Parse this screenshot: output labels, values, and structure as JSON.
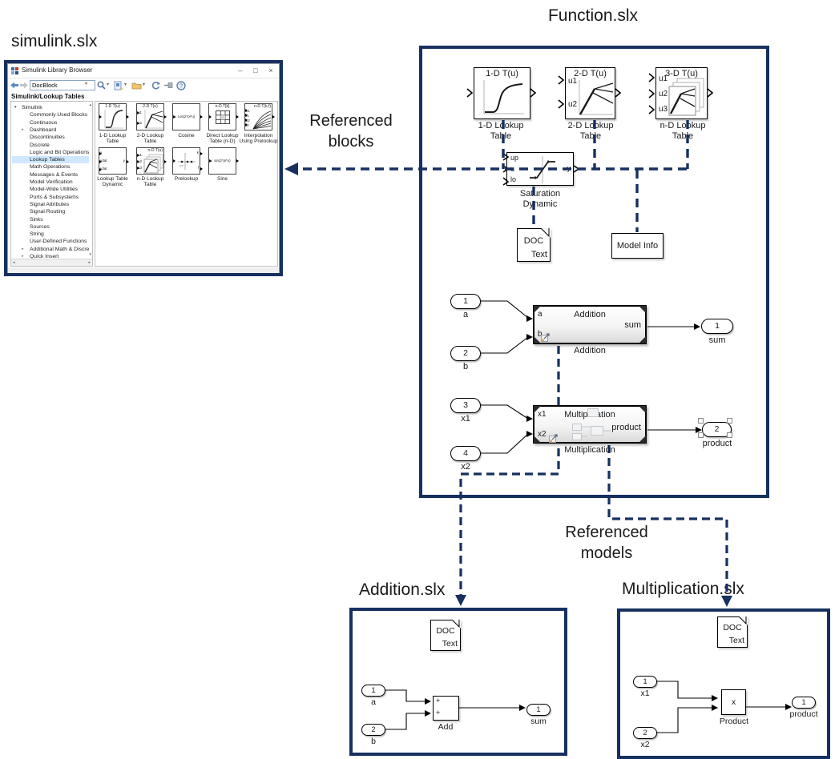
{
  "diagram": {
    "simulink_title": "simulink.slx",
    "function_title": "Function.slx",
    "referenced_blocks": "Referenced blocks",
    "referenced_models": "Referenced models",
    "addition_title": "Addition.slx",
    "multiplication_title": "Multiplication.slx",
    "navy_color": "#16305f"
  },
  "library_browser": {
    "window_title": "Simulink Library Browser",
    "controls": {
      "minimize": "–",
      "maximize": "□",
      "close": "×"
    },
    "search_value": "DocBlock",
    "breadcrumb": "Simulink/Lookup Tables",
    "tree_root": "Simulink",
    "tree_items": [
      {
        "label": "Commonly Used Blocks"
      },
      {
        "label": "Continuous"
      },
      {
        "label": "Dashboard"
      },
      {
        "label": "Discontinuities"
      },
      {
        "label": "Discrete"
      },
      {
        "label": "Logic and Bit Operations"
      },
      {
        "label": "Lookup Tables"
      },
      {
        "label": "Math Operations"
      },
      {
        "label": "Messages & Events"
      },
      {
        "label": "Model Verification"
      },
      {
        "label": "Model-Wide Utilities"
      },
      {
        "label": "Ports & Subsystems"
      },
      {
        "label": "Signal Attributes"
      },
      {
        "label": "Signal Routing"
      },
      {
        "label": "Sinks"
      },
      {
        "label": "Sources"
      },
      {
        "label": "String"
      },
      {
        "label": "User-Defined Functions"
      },
      {
        "label": "Additional Math & Discrete"
      },
      {
        "label": "Quick Insert"
      }
    ],
    "palette": {
      "row1": [
        {
          "header": "1-D T(u)",
          "label": "1-D Lookup Table"
        },
        {
          "header": "2-D T(u)",
          "ports": [
            "u1",
            "u2"
          ],
          "label": "2-D Lookup Table"
        },
        {
          "port": "u",
          "body": "cos(2*pi*u)",
          "label": "Cosine"
        },
        {
          "header": "n-D T[k]",
          "label": "Direct Lookup Table (n-D)"
        },
        {
          "header": "n-D T(k,f)",
          "ports": [
            "k1",
            "f1",
            "k2",
            "f2"
          ],
          "label": "Interpolation Using Prelookup"
        }
      ],
      "row2": [
        {
          "ports": [
            "x",
            "xdat",
            "ydat"
          ],
          "out": "y",
          "label": "Lookup Table Dynamic"
        },
        {
          "header": "n-D T(u)",
          "ports": [
            "u1",
            "u2",
            "u3"
          ],
          "label": "n-D Lookup Table"
        },
        {
          "outs": [
            "k",
            "f"
          ],
          "label": "Prelookup"
        },
        {
          "port": "u",
          "body": "sin(2*pi*u)",
          "label": "Sine"
        }
      ]
    }
  },
  "function_model": {
    "lookup_1d": {
      "header": "1-D T(u)",
      "label": "1-D Lookup Table"
    },
    "lookup_2d": {
      "header": "2-D T(u)",
      "ports": [
        "u1",
        "u2"
      ],
      "label": "2-D Lookup Table"
    },
    "lookup_3d": {
      "header": "3-D T(u)",
      "ports": [
        "u1",
        "u2",
        "u3"
      ],
      "label": "n-D Lookup Table"
    },
    "saturation": {
      "ports": [
        "up",
        "u",
        "lo"
      ],
      "out": "y",
      "label": "Saturation Dynamic"
    },
    "doc_block": {
      "title": "DOC",
      "subtitle": "Text"
    },
    "model_info": {
      "label": "Model Info"
    },
    "addition_ref": {
      "title": "Addition",
      "ports": [
        "a",
        "b"
      ],
      "out": "sum",
      "label": "Addition"
    },
    "multiplication_ref": {
      "title": "Multiplication",
      "ports": [
        "x1",
        "x2"
      ],
      "out": "product",
      "label": "Multiplication"
    },
    "inports": [
      {
        "num": "1",
        "label": "a"
      },
      {
        "num": "2",
        "label": "b"
      },
      {
        "num": "3",
        "label": "x1"
      },
      {
        "num": "4",
        "label": "x2"
      }
    ],
    "outports": [
      {
        "num": "1",
        "label": "sum"
      },
      {
        "num": "2",
        "label": "product"
      }
    ]
  },
  "addition_model": {
    "doc_block": {
      "title": "DOC",
      "subtitle": "Text"
    },
    "inports": [
      {
        "num": "1",
        "label": "a"
      },
      {
        "num": "2",
        "label": "b"
      }
    ],
    "add_block": {
      "sign1": "+",
      "sign2": "+",
      "label": "Add"
    },
    "outport": {
      "num": "1",
      "label": "sum"
    }
  },
  "multiplication_model": {
    "doc_block": {
      "title": "DOC",
      "subtitle": "Text"
    },
    "inports": [
      {
        "num": "1",
        "label": "x1"
      },
      {
        "num": "2",
        "label": "x2"
      }
    ],
    "product_block": {
      "symbol": "x",
      "label": "Product"
    },
    "outport": {
      "num": "1",
      "label": "product"
    }
  }
}
